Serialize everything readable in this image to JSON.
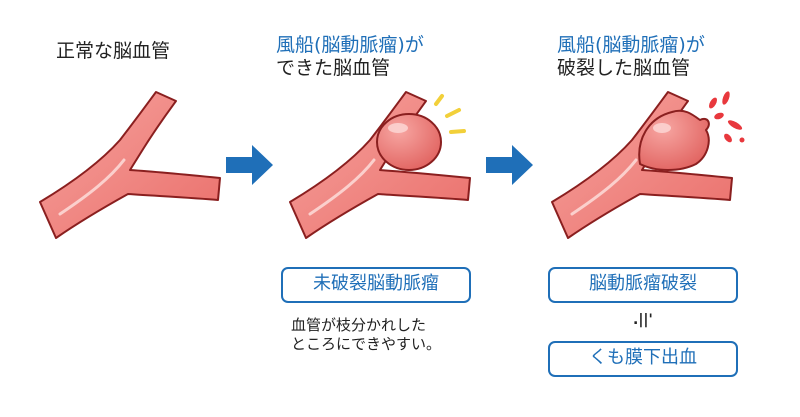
{
  "panels": [
    {
      "caption_line1": "正常な脳血管"
    },
    {
      "caption_line1": "風船(脳動脈瘤)が",
      "caption_line2": "できた脳血管"
    },
    {
      "caption_line1": "風船(脳動脈瘤)が",
      "caption_line2": "破裂した脳血管"
    }
  ],
  "boxes": {
    "unruptured": "未破裂脳動脈瘤",
    "ruptured": "脳動脈瘤破裂",
    "sah": "くも膜下出血"
  },
  "note": {
    "line1": "血管が枝分かれした",
    "line2": "ところにできやすい。"
  },
  "therefore_symbol": ".||'",
  "colors": {
    "vessel_fill": "#f0837f",
    "vessel_outline": "#8a1f1f",
    "aneurysm_fill": "#e8716e",
    "arrow_blue": "#1f6fb8",
    "box_blue": "#1f6fb8",
    "spark_yellow": "#f2d03a",
    "blood_red": "#e8383d"
  }
}
